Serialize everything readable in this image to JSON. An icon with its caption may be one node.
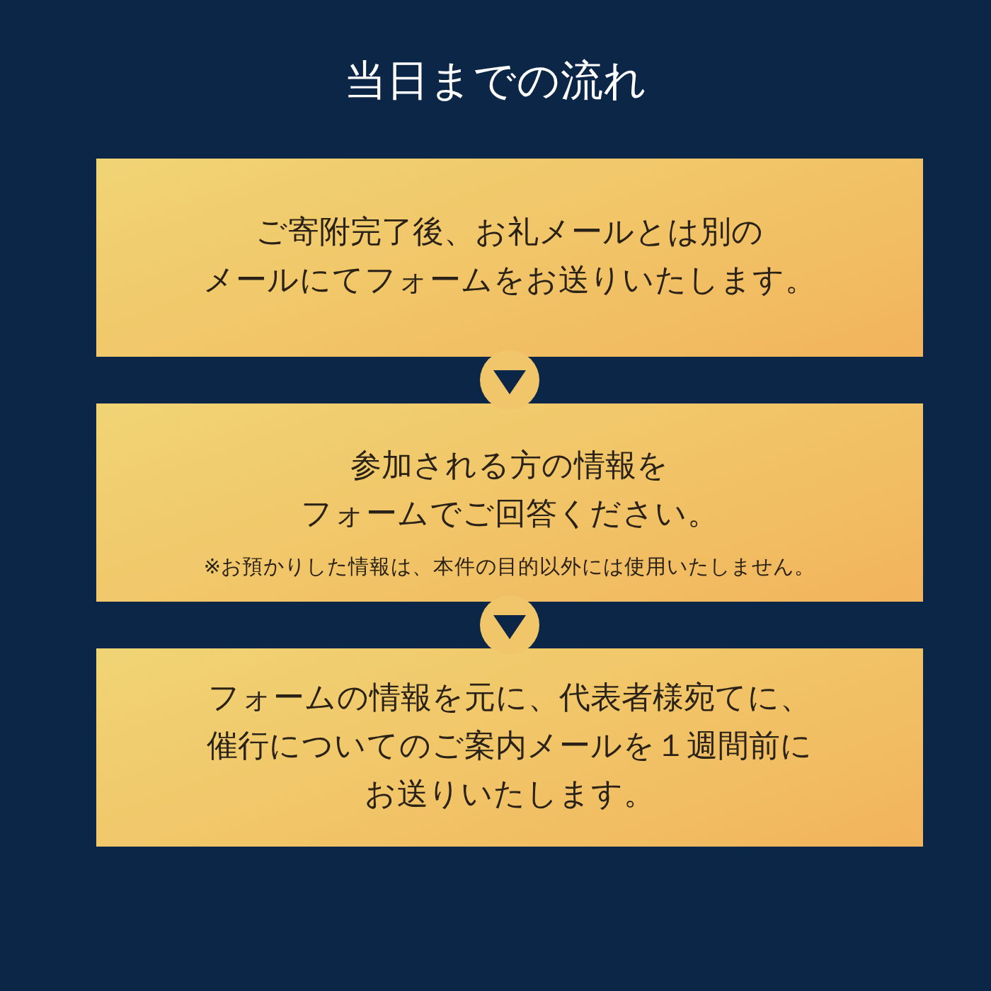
{
  "diagram": {
    "title": "当日までの流れ",
    "nodes": [
      {
        "text": [
          "ご寄附完了後、お礼メールとは別のメールにてフォームをお送りいたします。"
        ]
      },
      {
        "text": [
          "参加される方の情報をフォームでご回答ください。",
          "※お預かりした情報は、本件の目的以外には使用いたしません。"
        ]
      },
      {
        "text": [
          "フォームの情報を元に、代表者様宛てに、催行についてのご案内メールを１週間前にお送りいたします。"
        ]
      }
    ],
    "edges": [
      {
        "from": 0,
        "to": 1,
        "arrow": "to"
      },
      {
        "from": 1,
        "to": 2,
        "arrow": "to"
      }
    ]
  }
}
